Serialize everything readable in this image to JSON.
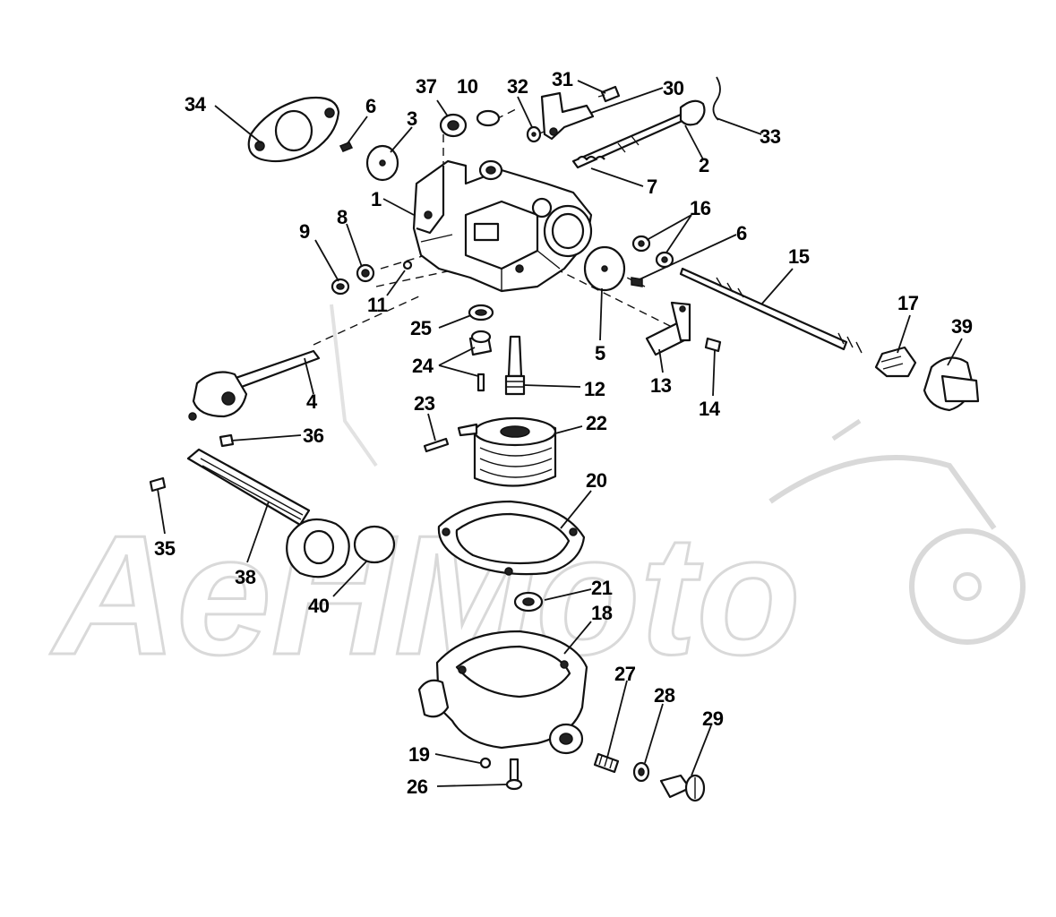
{
  "watermark": "AeHMoto",
  "callouts": [
    "34",
    "6",
    "3",
    "37",
    "10",
    "32",
    "31",
    "30",
    "33",
    "2",
    "7",
    "1",
    "16",
    "6",
    "9",
    "8",
    "11",
    "15",
    "17",
    "39",
    "5",
    "25",
    "24",
    "12",
    "13",
    "14",
    "4",
    "23",
    "22",
    "36",
    "20",
    "35",
    "38",
    "40",
    "21",
    "18",
    "27",
    "28",
    "29",
    "19",
    "26"
  ],
  "colors": {
    "ink": "#111111",
    "watermark": "#d9d9d9",
    "background": "#ffffff"
  }
}
